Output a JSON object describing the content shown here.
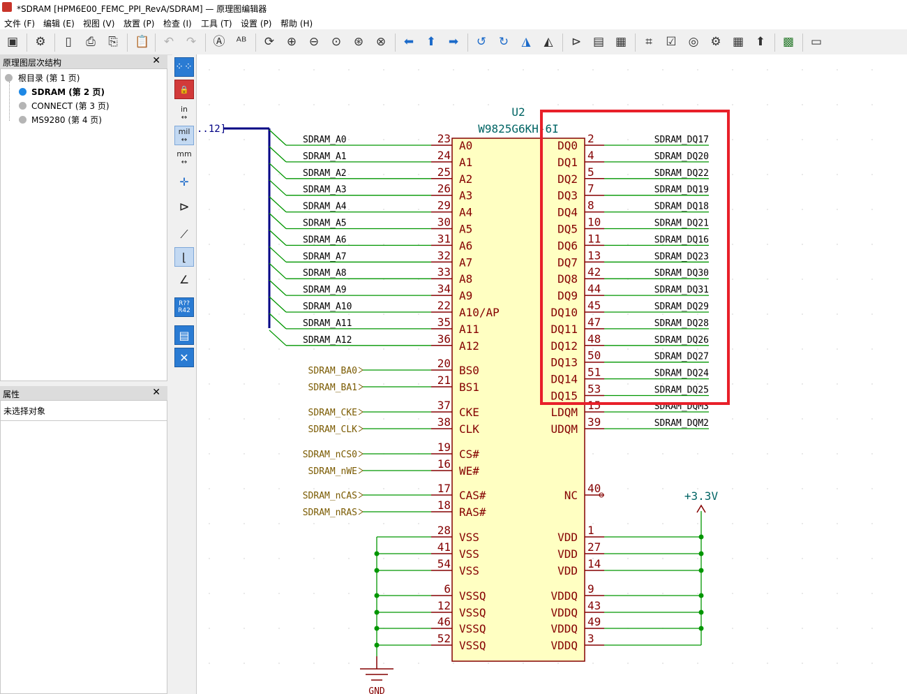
{
  "window": {
    "title": "*SDRAM [HPM6E00_FEMC_PPI_RevA/SDRAM] — 原理图编辑器"
  },
  "menu": [
    "文件 (F)",
    "编辑 (E)",
    "视图 (V)",
    "放置 (P)",
    "检查 (I)",
    "工具 (T)",
    "设置 (P)",
    "帮助 (H)"
  ],
  "hierarchy": {
    "title": "原理图层次结构",
    "close": "✕",
    "items": [
      {
        "label": "根目录 (第 1 页)",
        "active": false
      },
      {
        "label": "SDRAM (第 2 页)",
        "active": true
      },
      {
        "label": "CONNECT (第 3 页)",
        "active": false
      },
      {
        "label": "MS9280 (第 4 页)",
        "active": false
      }
    ]
  },
  "properties": {
    "title": "属性",
    "close": "✕",
    "empty_text": "未选择对象"
  },
  "left_toolbar": {
    "in": "in",
    "mil": "mil",
    "mm": "mm",
    "annot_top": "R??",
    "annot_bottom": "R42"
  },
  "toolbar_icons": [
    "save-icon",
    "schematic-setup-icon",
    "new-page-icon",
    "print-icon",
    "plot-icon",
    "paste-icon",
    "undo-icon",
    "redo-icon",
    "find-icon",
    "find-replace-icon",
    "refresh-icon",
    "zoom-in-icon",
    "zoom-out-icon",
    "zoom-fit-icon",
    "zoom-objects-icon",
    "zoom-selection-icon",
    "back-icon",
    "up-icon",
    "forward-icon",
    "rotate-ccw-icon",
    "rotate-cw-icon",
    "mirror-v-icon",
    "mirror-h-icon",
    "symbol-editor-icon",
    "symbol-library-icon",
    "footprint-assign-icon",
    "annotate-icon",
    "erc-icon",
    "simulator-icon",
    "footprint-library-icon",
    "bom-table-icon",
    "bom-icon",
    "pcb-editor-icon",
    "scripting-console-icon"
  ],
  "colors": {
    "pin": "#840000",
    "wire": "#009600",
    "bus": "#000084",
    "body": "#ffffc2",
    "bodyborder": "#840000",
    "ref": "#006464",
    "label": "#000000",
    "hlabel": "#7a5a00",
    "highlight": "#e8202a"
  },
  "schematic": {
    "ref": "U2",
    "value": "W9825G6KH-6I",
    "bus_label": "..12]",
    "power_label": "+3.3V",
    "gnd_label": "GND",
    "left_address_pins": [
      {
        "num": "23",
        "name": "A0",
        "net": "SDRAM_A0"
      },
      {
        "num": "24",
        "name": "A1",
        "net": "SDRAM_A1"
      },
      {
        "num": "25",
        "name": "A2",
        "net": "SDRAM_A2"
      },
      {
        "num": "26",
        "name": "A3",
        "net": "SDRAM_A3"
      },
      {
        "num": "29",
        "name": "A4",
        "net": "SDRAM_A4"
      },
      {
        "num": "30",
        "name": "A5",
        "net": "SDRAM_A5"
      },
      {
        "num": "31",
        "name": "A6",
        "net": "SDRAM_A6"
      },
      {
        "num": "32",
        "name": "A7",
        "net": "SDRAM_A7"
      },
      {
        "num": "33",
        "name": "A8",
        "net": "SDRAM_A8"
      },
      {
        "num": "34",
        "name": "A9",
        "net": "SDRAM_A9"
      },
      {
        "num": "22",
        "name": "A10/AP",
        "net": "SDRAM_A10"
      },
      {
        "num": "35",
        "name": "A11",
        "net": "SDRAM_A11"
      },
      {
        "num": "36",
        "name": "A12",
        "net": "SDRAM_A12"
      }
    ],
    "left_ctrl_pins": [
      {
        "num": "20",
        "name": "BS0",
        "net": "SDRAM_BA0"
      },
      {
        "num": "21",
        "name": "BS1",
        "net": "SDRAM_BA1"
      },
      {
        "num": "37",
        "name": "CKE",
        "net": "SDRAM_CKE"
      },
      {
        "num": "38",
        "name": "CLK",
        "net": "SDRAM_CLK"
      },
      {
        "num": "19",
        "name": "CS#",
        "net": "SDRAM_nCS0"
      },
      {
        "num": "16",
        "name": "WE#",
        "net": "SDRAM_nWE"
      },
      {
        "num": "17",
        "name": "CAS#",
        "net": "SDRAM_nCAS"
      },
      {
        "num": "18",
        "name": "RAS#",
        "net": "SDRAM_nRAS"
      }
    ],
    "left_gnd_pins": [
      {
        "num": "28",
        "name": "VSS"
      },
      {
        "num": "41",
        "name": "VSS"
      },
      {
        "num": "54",
        "name": "VSS"
      },
      {
        "num": "6",
        "name": "VSSQ"
      },
      {
        "num": "12",
        "name": "VSSQ"
      },
      {
        "num": "46",
        "name": "VSSQ"
      },
      {
        "num": "52",
        "name": "VSSQ"
      }
    ],
    "right_data_pins": [
      {
        "num": "2",
        "name": "DQ0",
        "net": "SDRAM_DQ17"
      },
      {
        "num": "4",
        "name": "DQ1",
        "net": "SDRAM_DQ20"
      },
      {
        "num": "5",
        "name": "DQ2",
        "net": "SDRAM_DQ22"
      },
      {
        "num": "7",
        "name": "DQ3",
        "net": "SDRAM_DQ19"
      },
      {
        "num": "8",
        "name": "DQ4",
        "net": "SDRAM_DQ18"
      },
      {
        "num": "10",
        "name": "DQ5",
        "net": "SDRAM_DQ21"
      },
      {
        "num": "11",
        "name": "DQ6",
        "net": "SDRAM_DQ16"
      },
      {
        "num": "13",
        "name": "DQ7",
        "net": "SDRAM_DQ23"
      },
      {
        "num": "42",
        "name": "DQ8",
        "net": "SDRAM_DQ30"
      },
      {
        "num": "44",
        "name": "DQ9",
        "net": "SDRAM_DQ31"
      },
      {
        "num": "45",
        "name": "DQ10",
        "net": "SDRAM_DQ29"
      },
      {
        "num": "47",
        "name": "DQ11",
        "net": "SDRAM_DQ28"
      },
      {
        "num": "48",
        "name": "DQ12",
        "net": "SDRAM_DQ26"
      },
      {
        "num": "50",
        "name": "DQ13",
        "net": "SDRAM_DQ27"
      },
      {
        "num": "51",
        "name": "DQ14",
        "net": "SDRAM_DQ24"
      },
      {
        "num": "53",
        "name": "DQ15",
        "net": "SDRAM_DQ25"
      }
    ],
    "right_mask_pins": [
      {
        "num": "15",
        "name": "LDQM",
        "net": "SDRAM_DQM3"
      },
      {
        "num": "39",
        "name": "UDQM",
        "net": "SDRAM_DQM2"
      }
    ],
    "right_nc_pin": {
      "num": "40",
      "name": "NC"
    },
    "right_pwr_pins": [
      {
        "num": "1",
        "name": "VDD"
      },
      {
        "num": "27",
        "name": "VDD"
      },
      {
        "num": "14",
        "name": "VDD"
      },
      {
        "num": "9",
        "name": "VDDQ"
      },
      {
        "num": "43",
        "name": "VDDQ"
      },
      {
        "num": "49",
        "name": "VDDQ"
      },
      {
        "num": "3",
        "name": "VDDQ"
      }
    ]
  }
}
